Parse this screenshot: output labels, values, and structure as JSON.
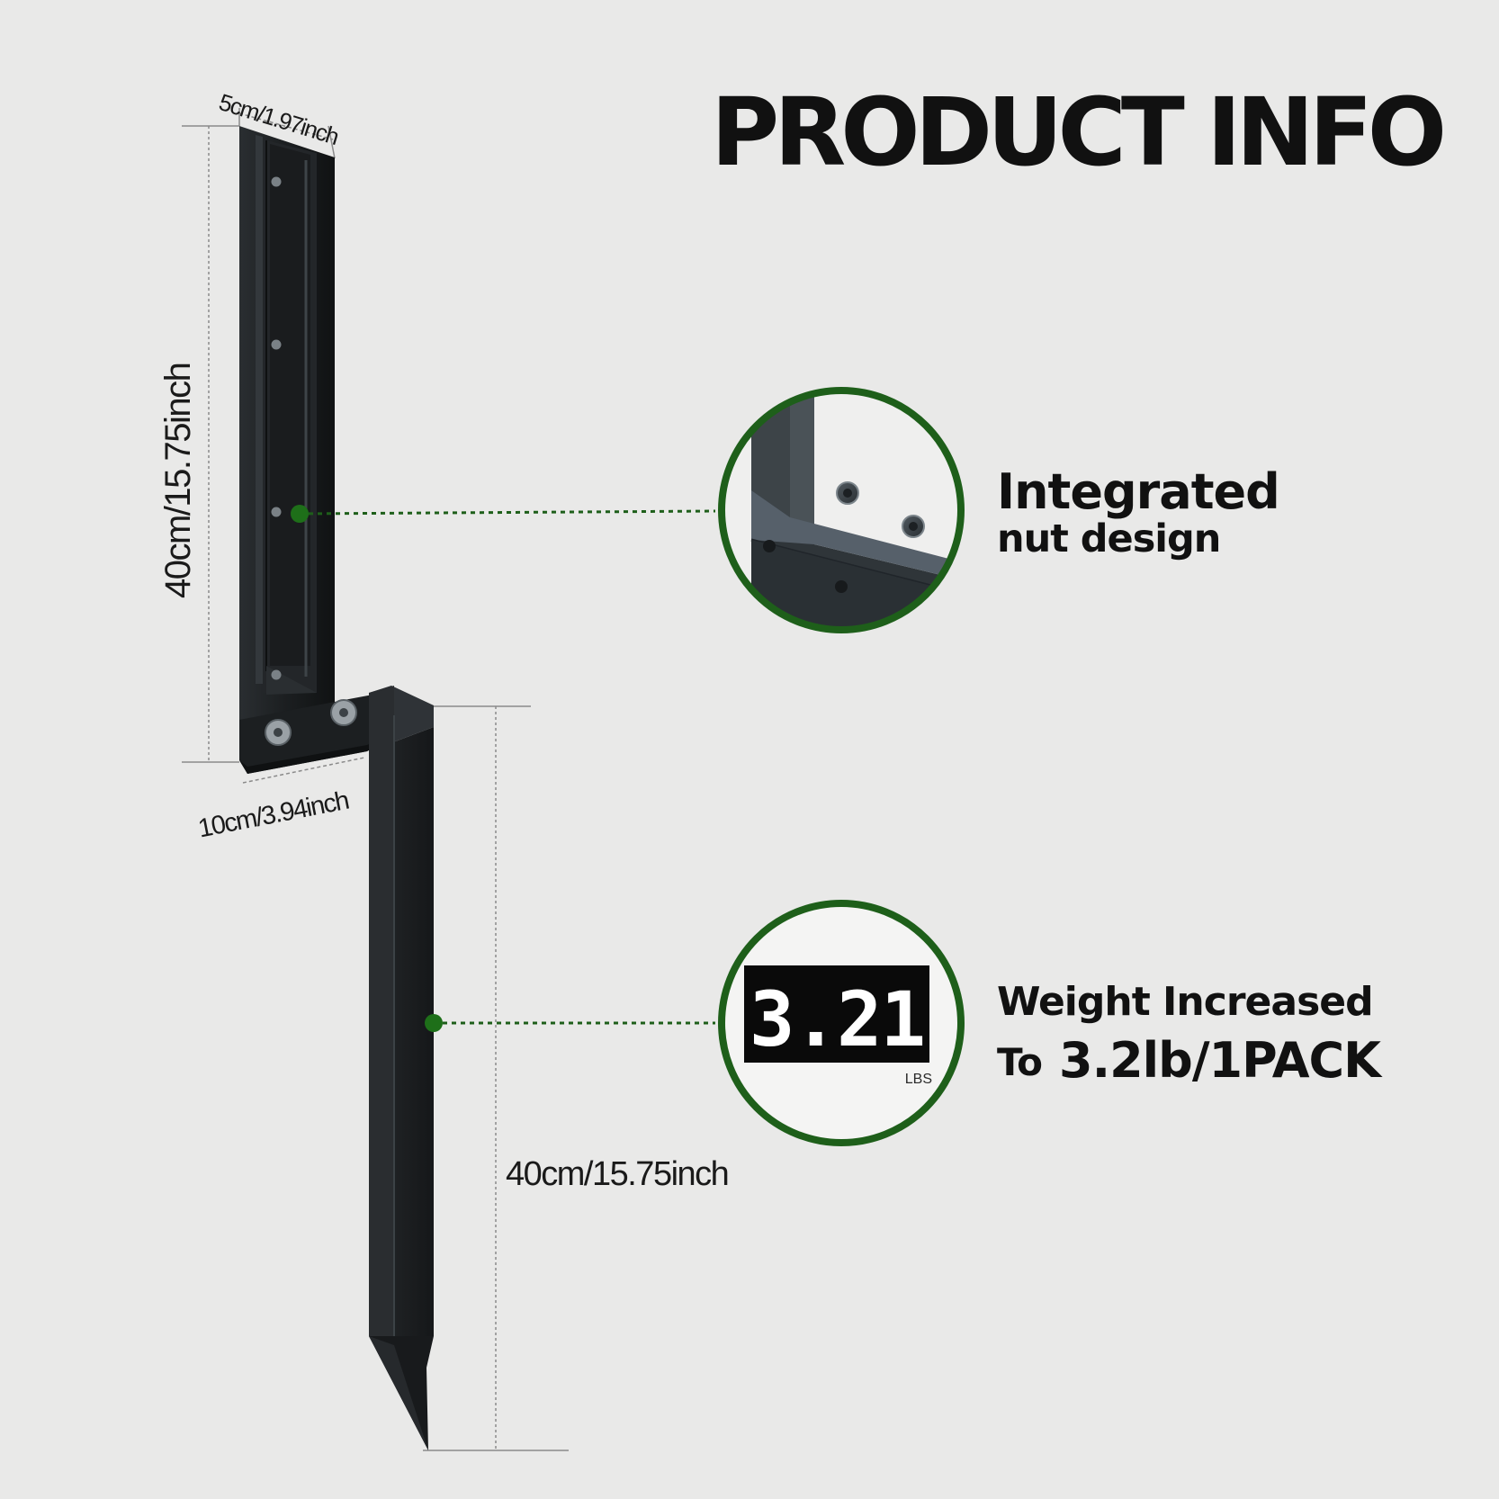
{
  "title": "PRODUCT INFO",
  "dimensions": {
    "top_width": "5cm/1.97inch",
    "bracket_height": "40cm/15.75inch",
    "base_width": "10cm/3.94inch",
    "stake_length": "40cm/15.75inch"
  },
  "features": [
    {
      "line1": "Integrated",
      "line2": "nut design"
    },
    {
      "line1": "Weight Increased",
      "line2_prefix": "To",
      "line2_value": "3.2lb/1PACK"
    }
  ],
  "scale_display": {
    "digits": "3.21",
    "unit": "LBS"
  },
  "colors": {
    "background": "#e9e9e8",
    "accent_green": "#1e5f1a",
    "metal_black": "#1b1e20",
    "text": "#111111"
  },
  "icons": [
    "integrated-nut-closeup-icon",
    "digital-scale-icon"
  ]
}
